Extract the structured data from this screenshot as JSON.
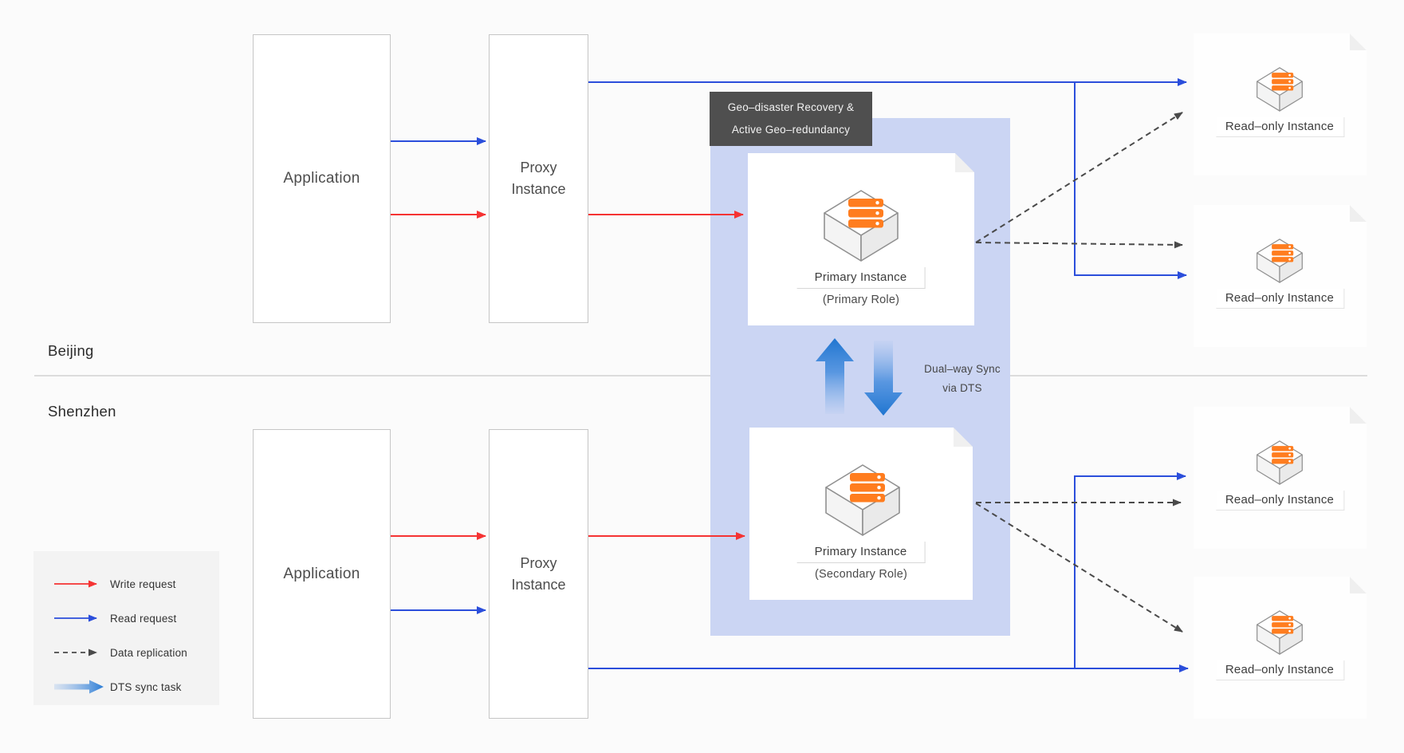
{
  "regions": {
    "beijing": "Beijing",
    "shenzhen": "Shenzhen"
  },
  "nodes": {
    "application_beijing": "Application",
    "proxy_beijing": "Proxy Instance",
    "application_shenzhen": "Application",
    "proxy_shenzhen": "Proxy Instance"
  },
  "geo_banner": {
    "line1": "Geo–disaster Recovery &",
    "line2": "Active Geo–redundancy"
  },
  "primary_beijing": {
    "title": "Primary Instance",
    "subtitle": "(Primary Role)"
  },
  "primary_shenzhen": {
    "title": "Primary Instance",
    "subtitle": "(Secondary Role)"
  },
  "readonly": {
    "beijing_1": "Read–only Instance",
    "beijing_2": "Read–only Instance",
    "shenzhen_1": "Read–only Instance",
    "shenzhen_2": "Read–only Instance"
  },
  "sync": {
    "line1": "Dual–way Sync",
    "line2": "via DTS"
  },
  "legend": {
    "write": "Write request",
    "read": "Read request",
    "replication": "Data replication",
    "dts": "DTS sync task"
  },
  "icons": {
    "database": "isometric-database-cube"
  },
  "colors": {
    "write_arrow": "#f53333",
    "read_arrow": "#2b4edb",
    "replication_arrow": "#4a4a4a",
    "dts_arrow": "#2a7cd6",
    "panel": "#cbd5f3",
    "banner_bg": "#4f4f4f",
    "banner_text": "#f2f2f2",
    "legend_bg": "#f3f3f3"
  }
}
